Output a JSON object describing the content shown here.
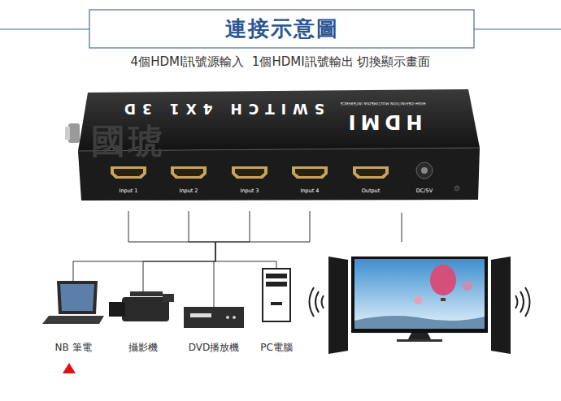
{
  "diagram": {
    "title": "連接示意圖",
    "nodes": [
      {
        "text": [
          "HDMI",
          "HIGH-DEFINITION MULTIMEDIA INTERFACE",
          "SWITCH 4X1 3D"
        ]
      },
      {
        "text": [
          "Input 1"
        ],
        "in": 0
      },
      {
        "text": [
          "Input 2"
        ],
        "in": 0
      },
      {
        "text": [
          "Input 3"
        ],
        "in": 0
      },
      {
        "text": [
          "Input 4"
        ],
        "in": 0
      },
      {
        "text": [
          "Output"
        ],
        "in": 0
      },
      {
        "text": [
          "DC/5V"
        ],
        "in": 0
      },
      {
        "text": [
          "NB 筆電"
        ]
      },
      {
        "text": [
          "攝影機"
        ]
      },
      {
        "text": [
          "DVD播放機"
        ]
      },
      {
        "text": [
          "PC電腦"
        ]
      }
    ],
    "edges": [
      {
        "from": 1,
        "to": 7,
        "arrow": "none"
      },
      {
        "from": 2,
        "to": 8,
        "arrow": "none"
      },
      {
        "from": 3,
        "to": 9,
        "arrow": "none"
      },
      {
        "from": 4,
        "to": 10,
        "arrow": "none"
      }
    ],
    "labels": [
      "4個HDMI訊號源輸入  1個HDMI訊號輸出 切換顯示畫面",
      "國琥"
    ]
  }
}
